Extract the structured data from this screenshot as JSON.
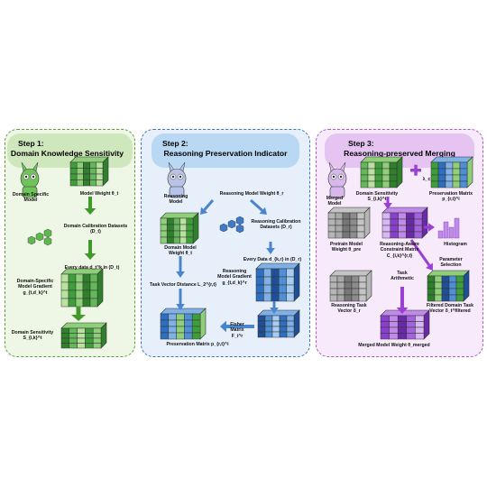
{
  "steps": {
    "one": {
      "line1": "Step 1:",
      "line2": "Domain Knowledge Sensitivity"
    },
    "two": {
      "line1": "Step 2:",
      "line2": "Reasoning Preservation Indicator"
    },
    "three": {
      "line1": "Step 3:",
      "line2": "Reasoning-preserved Merging"
    }
  },
  "panel1": {
    "domain_model": "Domain Specific Model",
    "model_weight": "Model Weight θ_t",
    "calibration": "Domain Calibration Datasets (D_t)",
    "every_data": "Every data d_t^k in (D_t)",
    "gradient": "Domain-Specific Model Gradient g_{t,d_k}^t",
    "sensitivity": "Domain Sensitivity S_{i,k}^t"
  },
  "panel2": {
    "reasoning_model": "Reasoning Model",
    "reasoning_weight": "Reasoning Model Weight θ_r",
    "domain_weight": "Domain Model Weight θ_t",
    "calibration": "Reasoning Calibration Datasets (D_r)",
    "every_data": "Every Data d_{k,r} in (D_r)",
    "gradient": "Reasoning Model Gradient g_{t,d_k}^r",
    "task_distance": "Task Vector Distance L_2^{r,t}",
    "fisher": "Fisher Matrix F_i^r",
    "preservation": "Preservation Matrix p_{r,t}^i"
  },
  "panel3": {
    "merged_model": "Merged Model",
    "domain_sensitivity": "Domain Sensitivity S_{i,k}^t",
    "lambda": "λ_c",
    "preservation": "Preservation Matrix p_{r,t}^i",
    "pretrain": "Pretrain Model Weight θ_pre",
    "constraint": "Reasoning-Aware Constraint Matrix C_{i,k}^{r,t}",
    "histogram": "Histogram",
    "param_selection": "Parameter Selection",
    "task_arith": "Task Arithmetic",
    "reasoning_vec": "Reasoning Task Vector δ_r",
    "filtered": "Filtered Domain Task Vector δ_t^filtered",
    "merged_weight": "Merged Model Weight θ_merged"
  },
  "colors": {
    "green_panel": "#eef6e6",
    "blue_panel": "#e7f0fa",
    "purple_panel": "#f7eafb",
    "green_arrow": "#3f9a2a",
    "blue_arrow": "#4a84cc",
    "purple_arrow": "#9b3fd6"
  }
}
